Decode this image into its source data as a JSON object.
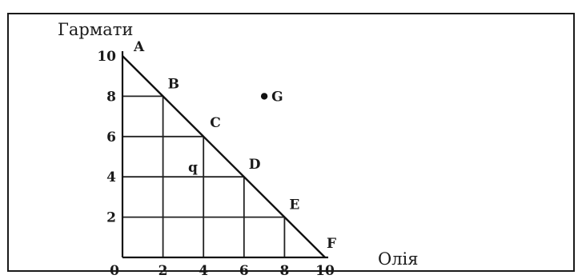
{
  "chart_data": {
    "type": "line",
    "title": "",
    "xlabel": "Олія",
    "ylabel": "Гармати",
    "xlim": [
      0,
      10
    ],
    "ylim": [
      0,
      10
    ],
    "x_ticks": [
      "0",
      "2",
      "4",
      "6",
      "8",
      "10"
    ],
    "y_ticks": [
      "2",
      "4",
      "6",
      "8",
      "10"
    ],
    "grid": "drop-lines under the frontier",
    "series": [
      {
        "points": [
          {
            "label": "A",
            "x": 0,
            "y": 10
          },
          {
            "label": "B",
            "x": 2,
            "y": 8
          },
          {
            "label": "C",
            "x": 4,
            "y": 6
          },
          {
            "label": "D",
            "x": 6,
            "y": 4
          },
          {
            "label": "E",
            "x": 8,
            "y": 2
          },
          {
            "label": "F",
            "x": 10,
            "y": 0
          }
        ]
      }
    ],
    "extra_points": [
      {
        "label": "G",
        "x": 7,
        "y": 8
      },
      {
        "label": "q",
        "x": 3.4,
        "y": 4.4
      }
    ]
  }
}
